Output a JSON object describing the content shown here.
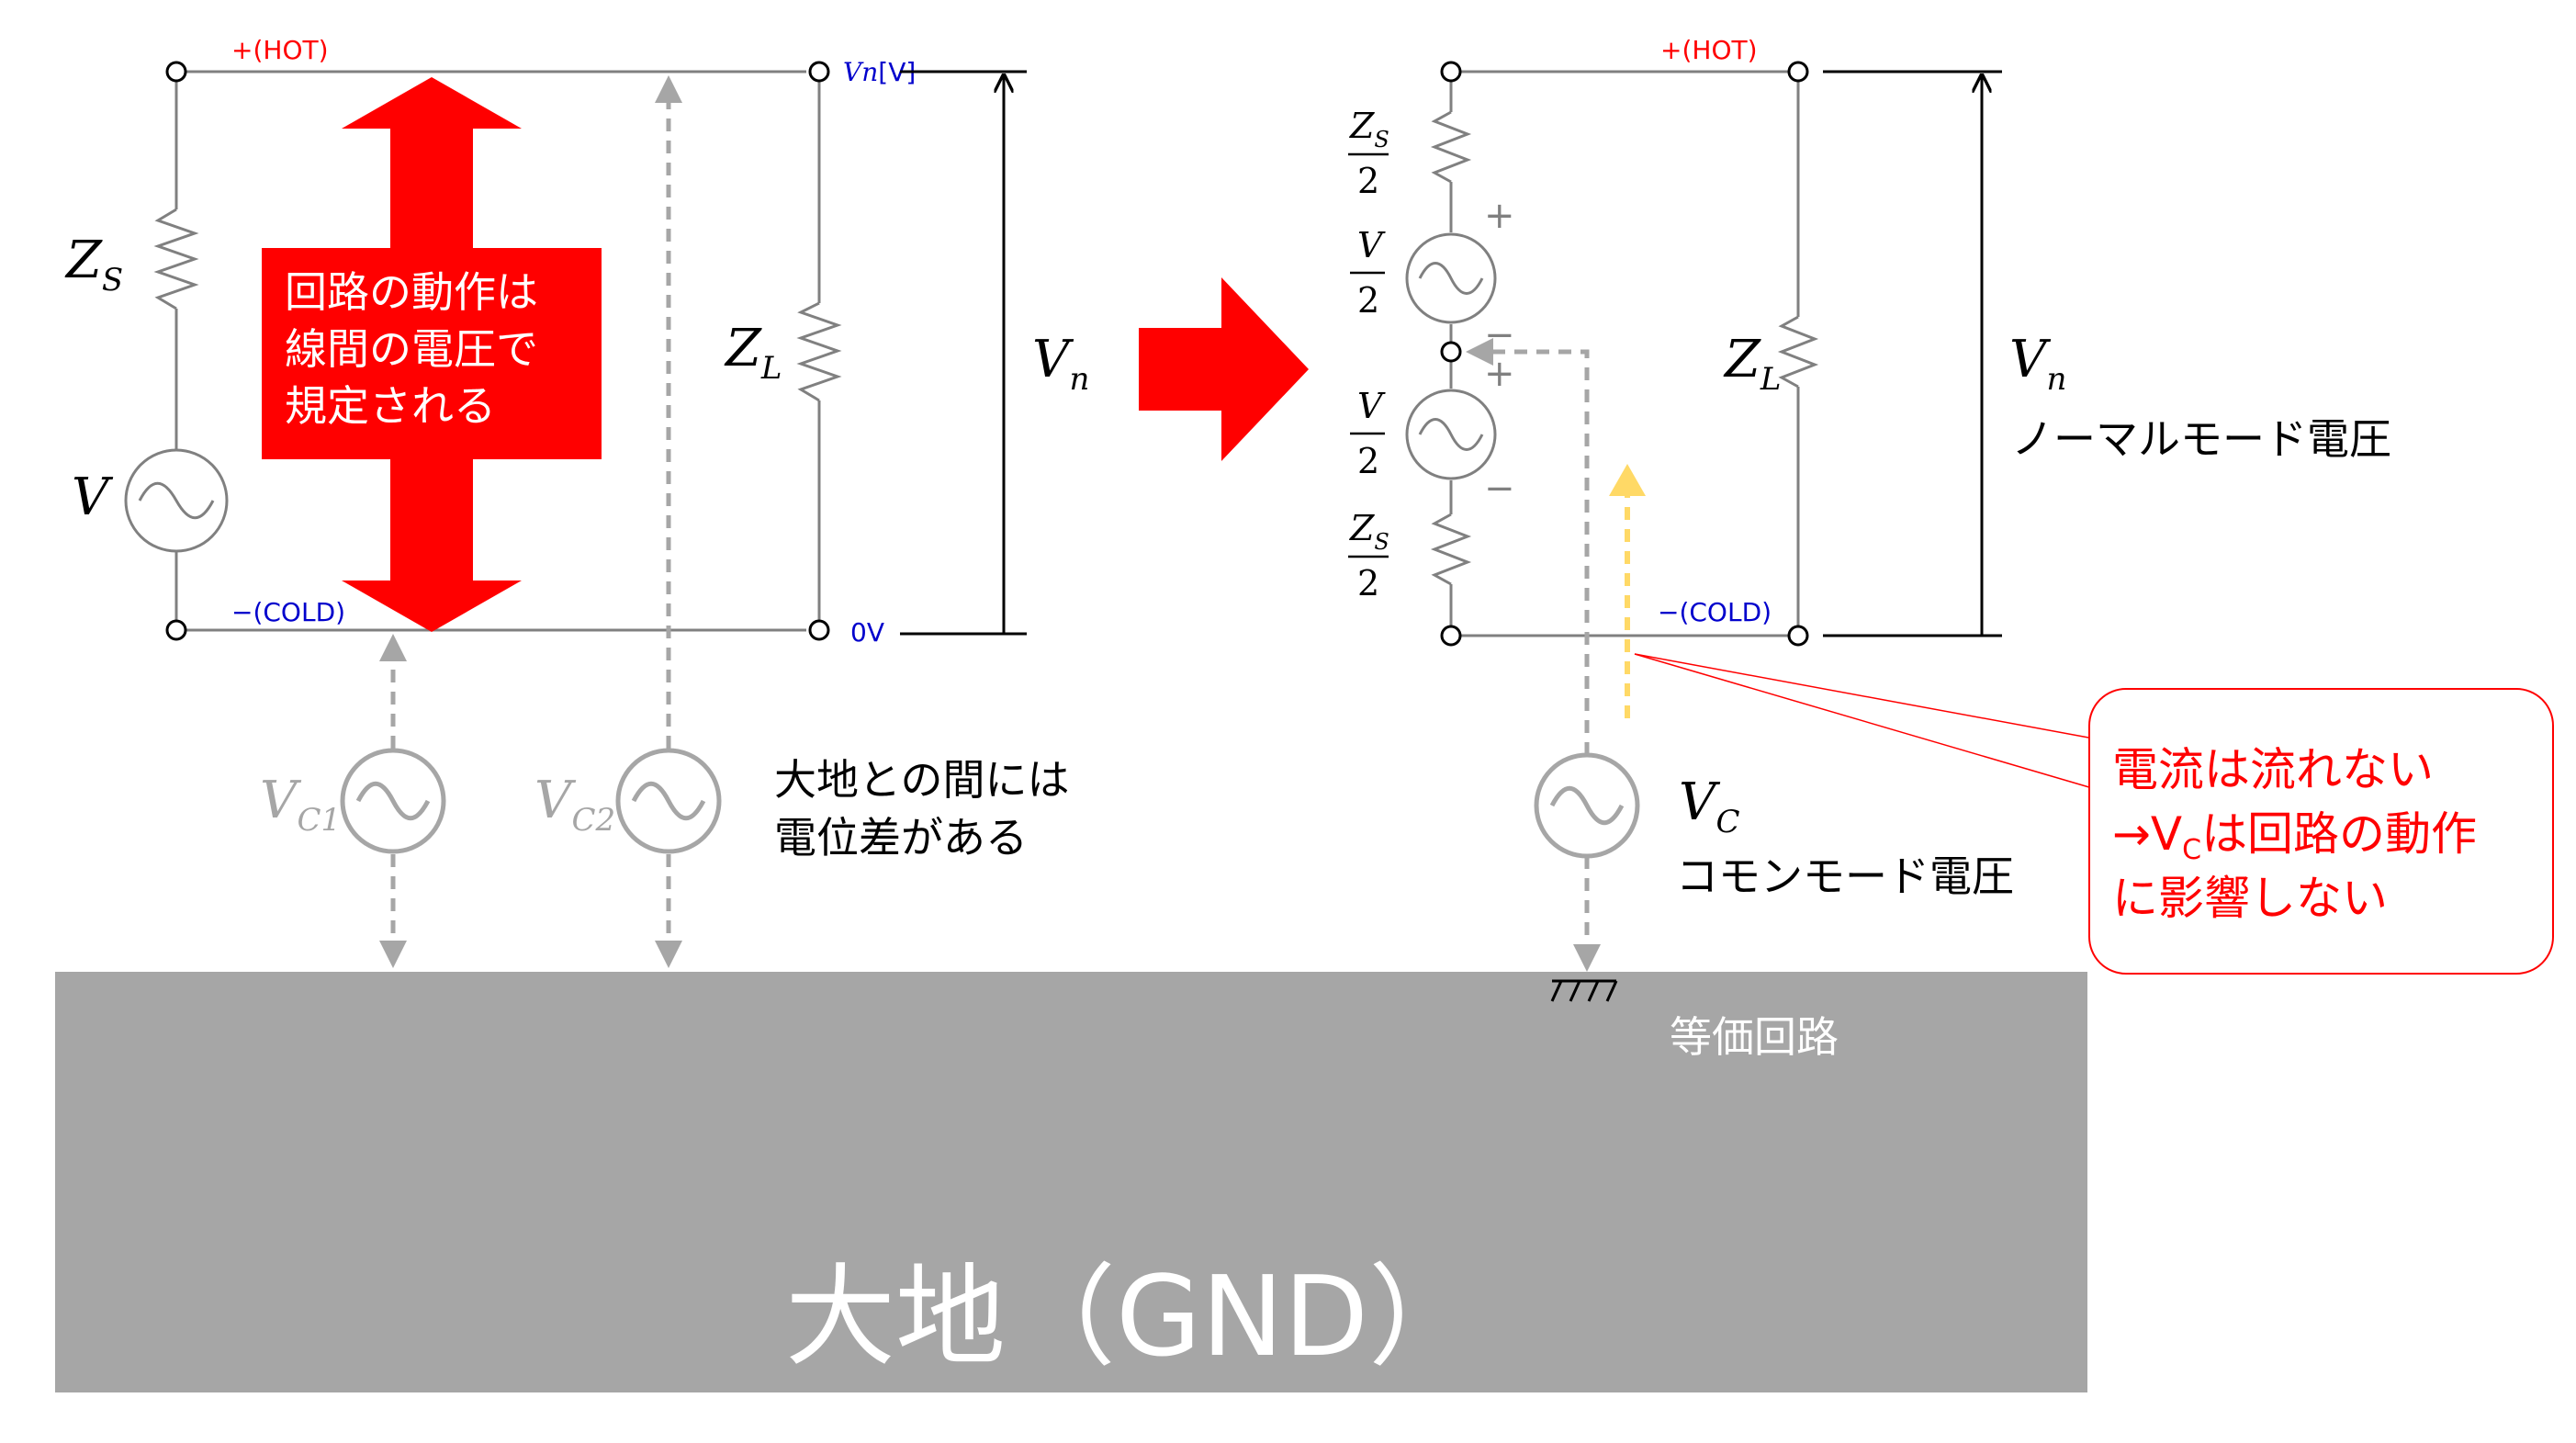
{
  "colors": {
    "wire": "#808080",
    "dashed": "#a6a6a6",
    "source_gray": "#a6a6a6",
    "red": "#ff0000",
    "blue": "#0000cc",
    "yellow": "#ffd966",
    "ground_fill": "#a6a6a6",
    "callout_border": "#ff0000",
    "dark": "#000000",
    "white": "#ffffff"
  },
  "left_circuit": {
    "hot_label": "+(HOT)",
    "cold_label": "−(COLD)",
    "vn_label_italic": "Vn",
    "vn_label_unit": "[V]",
    "zero_label": "0V",
    "zs_main": "Z",
    "zs_sub": "S",
    "v_label": "V",
    "zl_main": "Z",
    "zl_sub": "L",
    "vn_main": "V",
    "vn_sub": "n",
    "vc1_main": "V",
    "vc1_sub": "C1",
    "vc2_main": "V",
    "vc2_sub": "C2",
    "red_box_lines": [
      "回路の動作は",
      "線間の電圧で",
      "規定される"
    ],
    "potential_note_lines": [
      "大地との間には",
      "電位差がある"
    ]
  },
  "right_circuit": {
    "hot_label": "+(HOT)",
    "cold_label": "−(COLD)",
    "zs_half_top_num_main": "Z",
    "zs_half_top_num_sub": "S",
    "zs_half_top_den": "2",
    "v_half_top_num": "V",
    "v_half_top_den": "2",
    "v_half_bot_num": "V",
    "v_half_bot_den": "2",
    "zs_half_bot_num_main": "Z",
    "zs_half_bot_num_sub": "S",
    "zs_half_bot_den": "2",
    "plus_sign": "+",
    "minus_sign": "−",
    "zl_main": "Z",
    "zl_sub": "L",
    "vn_main": "V",
    "vn_sub": "n",
    "normal_mode_label": "ノーマルモード電圧",
    "vc_main": "V",
    "vc_sub": "C",
    "common_mode_label": "コモンモード電圧",
    "equivalent_label": "等価回路"
  },
  "callout": {
    "line1": "電流は流れない",
    "line2_prefix": "→V",
    "line2_sub": "C",
    "line2_suffix": "は回路の動作",
    "line3": "に影響しない"
  },
  "ground": {
    "label": "大地（GND）"
  }
}
